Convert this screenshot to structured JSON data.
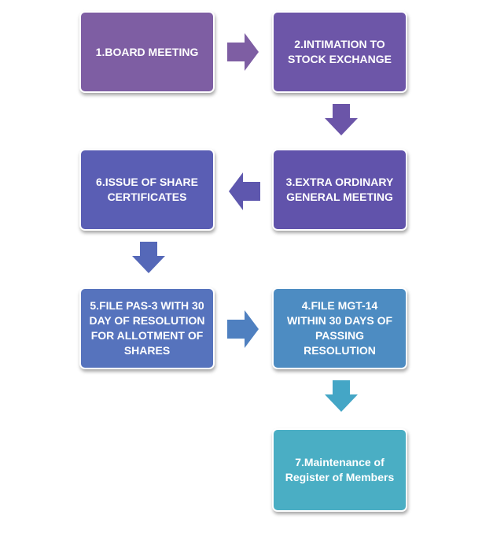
{
  "steps": [
    {
      "id": "step-1",
      "label": "1.BOARD MEETING",
      "color": "#7e5ea3"
    },
    {
      "id": "step-2",
      "label": "2.INTIMATION TO\nSTOCK EXCHANGE",
      "color": "#6d56a8"
    },
    {
      "id": "step-3",
      "label": "3.EXTRA ORDINARY\nGENERAL MEETING",
      "color": "#6153ab"
    },
    {
      "id": "step-6",
      "label": "6.ISSUE OF SHARE\nCERTIFICATES",
      "color": "#5a5eb4"
    },
    {
      "id": "step-5",
      "label": "5.FILE PAS-3 WITH 30\nDAY OF RESOLUTION\nFOR ALLOTMENT OF\nSHARES",
      "color": "#5673bd"
    },
    {
      "id": "step-4",
      "label": "4.FILE MGT-14\nWITHIN 30 DAYS OF\nPASSING RESOLUTION",
      "color": "#4d8cc2"
    },
    {
      "id": "step-7",
      "label": "7.Maintenance of\nRegister of Members",
      "color": "#4aaec4"
    }
  ],
  "connectors": [
    {
      "from": "step-1",
      "to": "step-2",
      "direction": "right",
      "color": "#7e5ea3"
    },
    {
      "from": "step-2",
      "to": "step-3",
      "direction": "down",
      "color": "#6b55a8"
    },
    {
      "from": "step-3",
      "to": "step-6",
      "direction": "left",
      "color": "#5e57ae"
    },
    {
      "from": "step-6",
      "to": "step-5",
      "direction": "down",
      "color": "#5568b8"
    },
    {
      "from": "step-5",
      "to": "step-4",
      "direction": "right",
      "color": "#4f80c0"
    },
    {
      "from": "step-4",
      "to": "step-7",
      "direction": "down",
      "color": "#44a6c6"
    }
  ]
}
